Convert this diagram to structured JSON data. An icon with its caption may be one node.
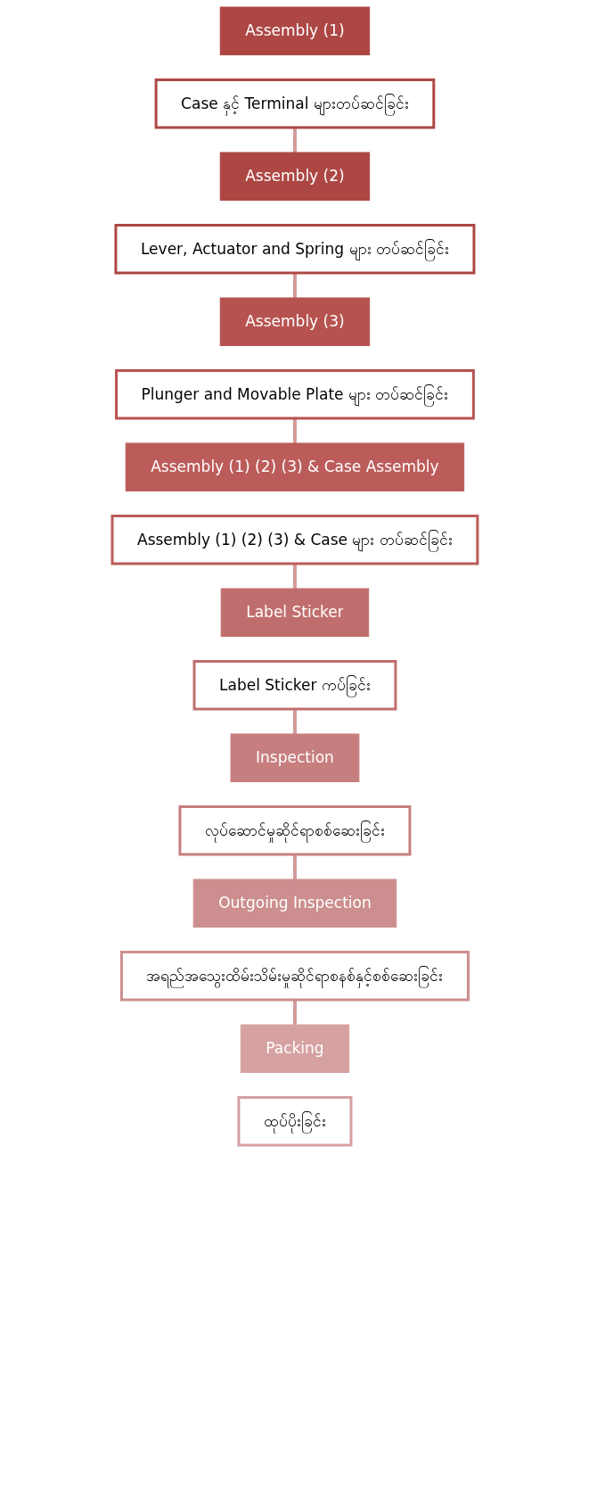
{
  "diagram": {
    "nodes": [
      {
        "text": [
          "Assembly (1)"
        ]
      },
      {
        "text": [
          "Case နှင့် Terminal များတပ်ဆင်ခြင်း"
        ]
      },
      {
        "text": [
          "Assembly (2)"
        ]
      },
      {
        "text": [
          "Lever, Actuator and Spring များ တပ်ဆင်ခြင်း"
        ]
      },
      {
        "text": [
          "Assembly (3)"
        ]
      },
      {
        "text": [
          "Plunger and Movable Plate များ တပ်ဆင်ခြင်း"
        ]
      },
      {
        "text": [
          "Assembly (1) (2) (3) & Case Assembly"
        ]
      },
      {
        "text": [
          "Assembly (1) (2) (3) & Case များ တပ်ဆင်ခြင်း"
        ]
      },
      {
        "text": [
          "Label Sticker"
        ]
      },
      {
        "text": [
          "Label Sticker ကပ်ခြင်း"
        ]
      },
      {
        "text": [
          "Inspection"
        ]
      },
      {
        "text": [
          "လုပ်ဆောင်မှုဆိုင်ရာစစ်ဆေးခြင်း"
        ]
      },
      {
        "text": [
          "Outgoing Inspection"
        ]
      },
      {
        "text": [
          "အရည်အသွေးထိမ်းသိမ်းမှုဆိုင်ရာစနစ်နှင့်စစ်ဆေးခြင်း"
        ]
      },
      {
        "text": [
          "Packing"
        ]
      },
      {
        "text": [
          "ထုပ်ပိုးခြင်း"
        ]
      }
    ],
    "edges": [
      {
        "from": 1,
        "to": 2,
        "arrow": "none"
      },
      {
        "from": 3,
        "to": 4,
        "arrow": "none"
      },
      {
        "from": 5,
        "to": 6,
        "arrow": "none"
      },
      {
        "from": 7,
        "to": 8,
        "arrow": "none"
      },
      {
        "from": 9,
        "to": 10,
        "arrow": "none"
      },
      {
        "from": 11,
        "to": 12,
        "arrow": "none"
      },
      {
        "from": 13,
        "to": 14,
        "arrow": "none"
      }
    ]
  }
}
